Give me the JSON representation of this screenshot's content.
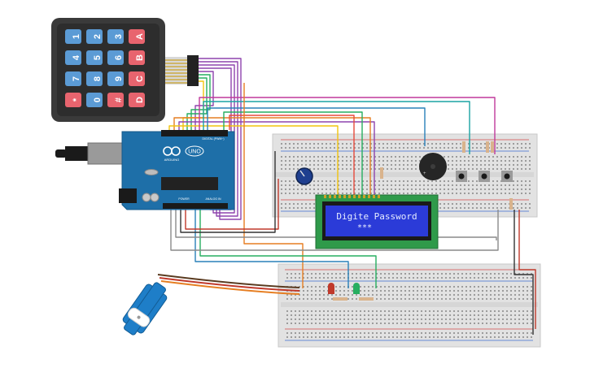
{
  "keypad": {
    "rows": [
      [
        "1",
        "4",
        "7",
        "*"
      ],
      [
        "2",
        "5",
        "8",
        "0"
      ],
      [
        "3",
        "6",
        "9",
        "#"
      ],
      [
        "A",
        "B",
        "C",
        "D"
      ]
    ]
  },
  "arduino": {
    "brand": "ARDUINO",
    "model": "UNO",
    "header_digital": "DIGITAL (PWM~)",
    "header_power": "POWER",
    "header_analog": "ANALOG IN"
  },
  "lcd": {
    "line1": "Digite Password",
    "line2": "***"
  },
  "colors": {
    "keypad_body": "#3a3a3a",
    "key_blue": "#5b9bd5",
    "key_red": "#e8646e",
    "arduino_board": "#1e6fa8",
    "lcd_screen": "#2b3bd8",
    "lcd_text": "#e6ecff",
    "lcd_pcb": "#2f9a4a",
    "breadboard": "#e2e2e2",
    "servo": "#1e7ec8",
    "led_red": "#c0392b",
    "led_green": "#27ae60"
  }
}
